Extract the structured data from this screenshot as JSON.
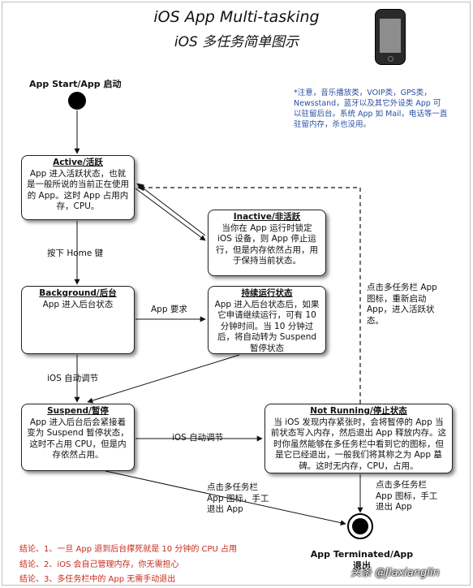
{
  "title": "iOS App Multi-tasking",
  "subtitle": "iOS 多任务简单图示",
  "note": "*注意，音乐播放类，VOIP类，GPS类，Newsstand，蓝牙以及其它外设类 App 可以驻留后台。系统 App 如 Mail，电话等一直驻留内存，杀也没用。",
  "start_label": "App Start/App 启动",
  "end_label": "App Terminated/App 退出",
  "states": {
    "active": {
      "title": "Active/活跃",
      "text": "App 进入活跃状态，也就是一般所说的当前正在使用的 App。这时 App 占用内存，CPU。"
    },
    "inactive": {
      "title": "Inactive/非活跃",
      "text": "当你在 App 运行时锁定 iOS 设备，则 App 停止运行，但是内存依然占用，用于保持当前状态。"
    },
    "background": {
      "title": "Background/后台",
      "text": "App 进入后台状态"
    },
    "continue": {
      "title": "持续运行状态",
      "text": "App 进入后台状态后，如果它申请继续运行，可有 10 分钟时间。当 10 分钟过后，将自动转为 Suspend 暂停状态"
    },
    "suspend": {
      "title": "Suspend/暂停",
      "text": "App 进入后台后会紧接着变为 Suspend 暂停状态，这时不占用 CPU，但是内存依然占用。"
    },
    "notrunning": {
      "title": "Not Running/停止状态",
      "text": "当 iOS 发现内存紧张时，会将暂停的 App 当前状态写入内存，然后退出 App 释放内存。这时你虽然能够在多任务栏中看到它的图标，但是它已经退出，一般我们将其称之为 App 墓碑。这时无内存，CPU，占用。"
    }
  },
  "transitions": {
    "home_key": "按下 Home 键",
    "app_request": "App 要求",
    "auto_adjust_1": "iOS 自动调节",
    "auto_adjust_2": "iOS 自动调节",
    "relaunch": "点击多任务栏 App 图标，重新启动 App，进入活跃状态。",
    "manual_exit_1": "点击多任务栏 App 图标，手工退出 App",
    "manual_exit_2": "点击多任务栏 App 图标，手工退出 App"
  },
  "conclusions": [
    "结论、1、一旦 App 退到后台撑死就是 10 分钟的 CPU 占用",
    "结论、2、iOS 会自己管理内存，你无需担心",
    "结论、3、多任务栏中的 App 无需手动退出"
  ],
  "watermark": "头条 @Jiaxianglin",
  "colors": {
    "note": "#2b4fa3",
    "conclusion": "#c62a1c"
  }
}
